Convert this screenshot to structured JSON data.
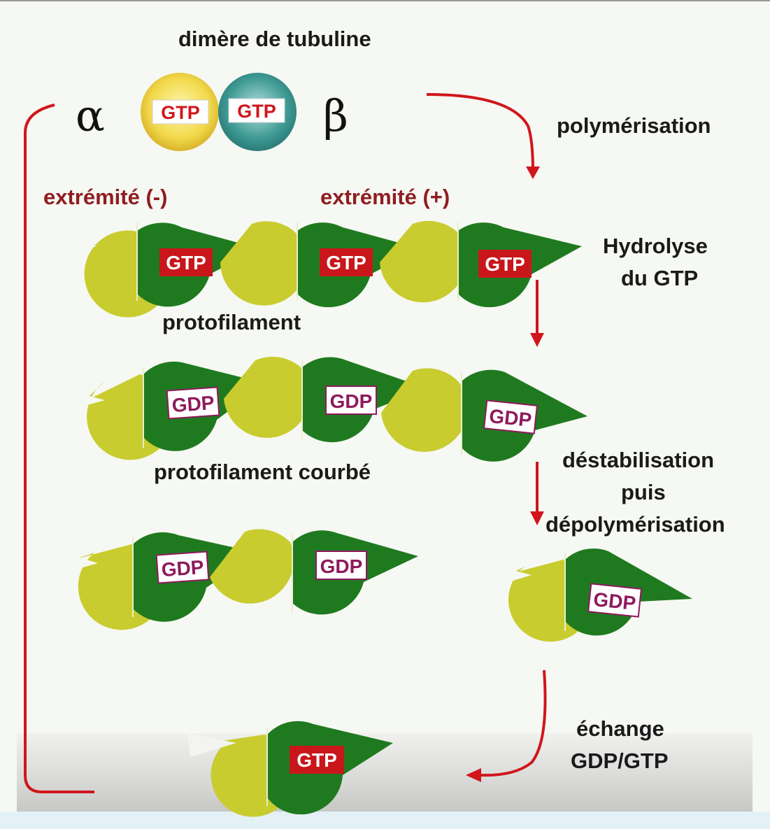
{
  "title": "dimère de tubuline",
  "alpha_symbol": "α",
  "beta_symbol": "β",
  "dimer_alpha_label": "GTP",
  "dimer_beta_label": "GTP",
  "steps": {
    "polymerisation": "polymérisation",
    "hydrolyse_line1": "Hydrolyse",
    "hydrolyse_line2": "du GTP",
    "destab_line1": "déstabilisation",
    "destab_line2": "puis",
    "destab_line3": "dépolymérisation",
    "echange_line1": "échange",
    "echange_line2": "GDP/GTP"
  },
  "ends": {
    "minus": "extrémité (-)",
    "plus": "extrémité (+)"
  },
  "rows": {
    "protofilament_label": "protofilament",
    "curved_label": "protofilament courbé",
    "row1_nucleotides": [
      "GTP",
      "GTP",
      "GTP"
    ],
    "row2_nucleotides": [
      "GDP",
      "GDP",
      "GDP"
    ],
    "row3_nucleotides": [
      "GDP",
      "GDP"
    ],
    "free_dimer_nucleotide": "GDP",
    "recycled_dimer_nucleotide": "GTP"
  },
  "colors": {
    "alpha_subunit": "#c9cc2e",
    "beta_subunit": "#1f7a1f",
    "arrow": "#d0161b",
    "gtp_tag": "#c8161b",
    "gdp_text": "#8e1a5c"
  }
}
